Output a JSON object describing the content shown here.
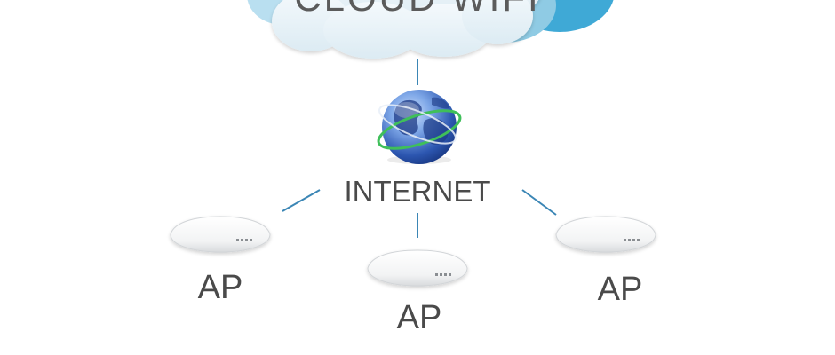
{
  "cloud": {
    "label": "CLOUD WIFI",
    "colors": {
      "front": "#e9f3f8",
      "mid": "#8fcbe4",
      "back": "#3fa9d6",
      "far_left": "#b9dff0"
    }
  },
  "internet": {
    "label": "INTERNET",
    "icon": "globe-icon",
    "colors": {
      "globe_light": "#8fb5ec",
      "globe_dark": "#1f3f92",
      "orbit": "#3fbf5a"
    }
  },
  "access_points": [
    {
      "label": "AP",
      "icon": "access-point-icon"
    },
    {
      "label": "AP",
      "icon": "access-point-icon"
    },
    {
      "label": "AP",
      "icon": "access-point-icon"
    }
  ],
  "connector_color": "#3b86b5"
}
